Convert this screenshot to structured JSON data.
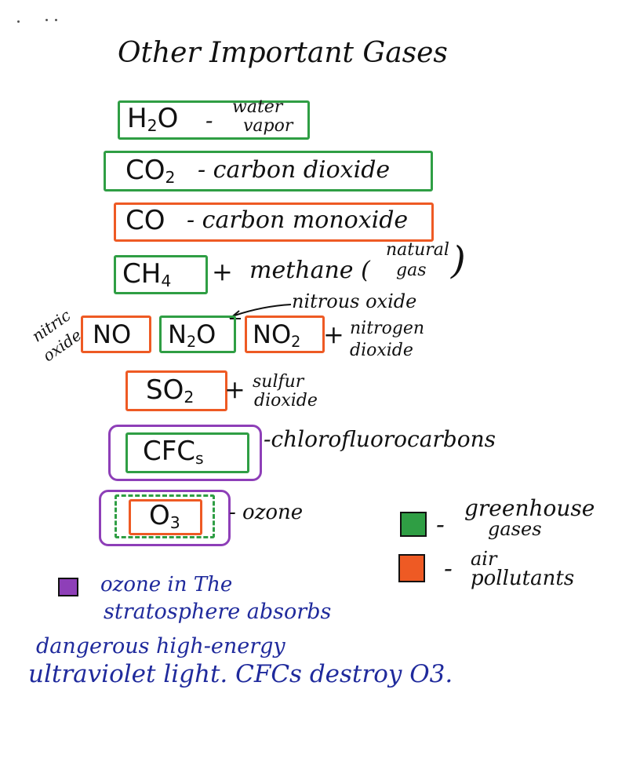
{
  "title": "Other Important Gases",
  "gases": {
    "h2o": {
      "formula": "H",
      "sub": "2",
      "tail": "O",
      "desc_line1": "water",
      "desc_line2": "vapor"
    },
    "co2": {
      "formula": "CO",
      "sub": "2",
      "desc": "- carbon dioxide"
    },
    "co": {
      "formula": "CO",
      "desc": "- carbon monoxide"
    },
    "ch4": {
      "formula": "CH",
      "sub": "4",
      "desc": "methane (",
      "desc_line1": "natural",
      "desc_line2": "gas",
      "close": ")"
    },
    "nitrous_label": "nitrous oxide",
    "nitric_label_line1": "nitric",
    "nitric_label_line2": "oxide",
    "no": {
      "formula": "NO"
    },
    "n2o": {
      "formula": "N",
      "sub": "2",
      "tail": "O"
    },
    "no2": {
      "formula": "NO",
      "sub": "2",
      "desc_line1": "nitrogen",
      "desc_line2": "dioxide"
    },
    "so2": {
      "formula": "SO",
      "sub": "2",
      "desc_line1": "sulfur",
      "desc_line2": "dioxide"
    },
    "cfcs": {
      "formula": "CFC",
      "sub": "s",
      "desc": "-chlorofluorocarbons"
    },
    "o3": {
      "formula": "O",
      "sub": "3",
      "desc": "- ozone"
    }
  },
  "legend": {
    "greenhouse_line1": "greenhouse",
    "greenhouse_line2": "gases",
    "pollutant_line1": "air",
    "pollutant_line2": "pollutants",
    "green_color": "#2f9e44",
    "orange_color": "#ee5a24",
    "purple_color": "#8e3fb8",
    "dash": "-"
  },
  "note": {
    "line1": "ozone in The",
    "line2": "stratosphere absorbs",
    "line3": "dangerous high-energy",
    "line4": "ultraviolet light. CFCs destroy O3."
  }
}
